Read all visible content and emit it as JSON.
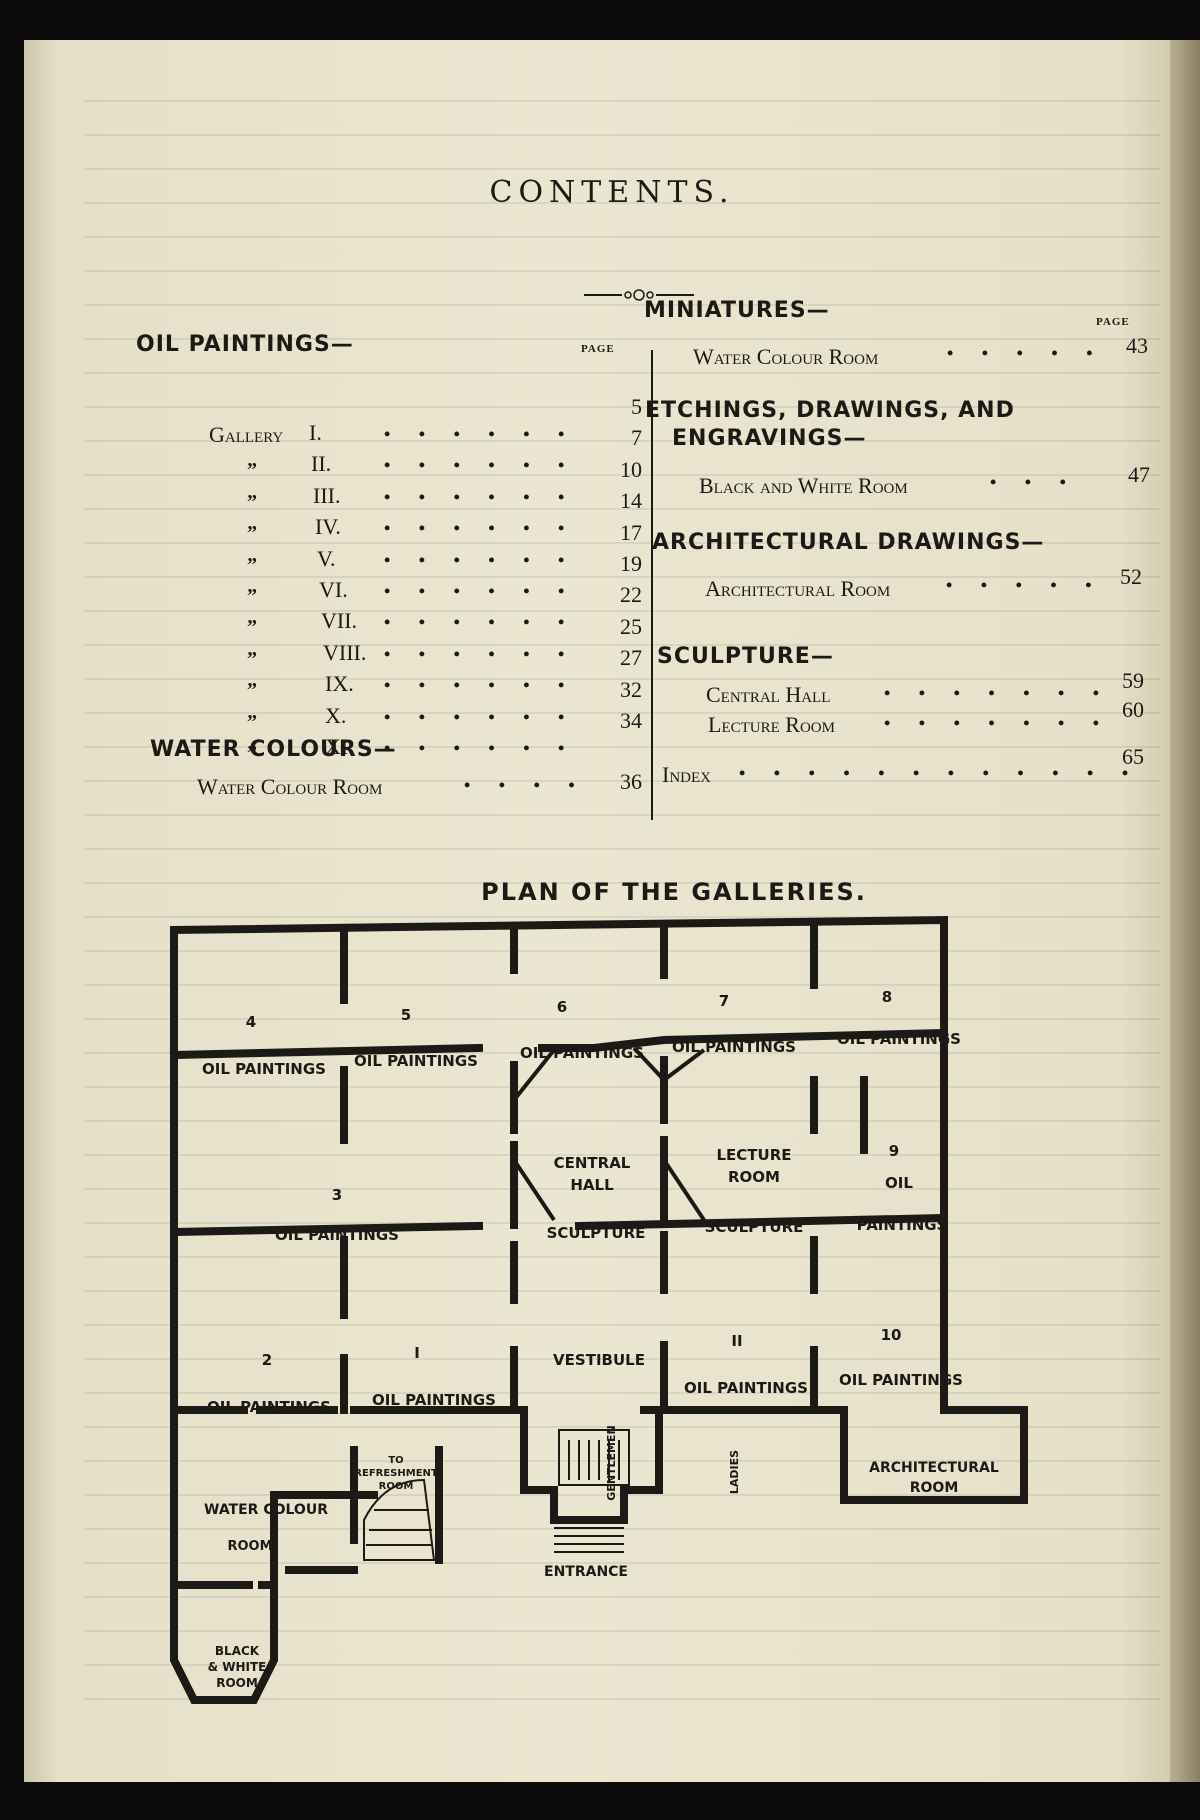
{
  "title": "CONTENTS.",
  "page_label": "PAGE",
  "left_column": {
    "oil_paintings": {
      "heading": "OIL PAINTINGS—",
      "gallery_word": "Gallery",
      "ditto": "”",
      "rows": [
        {
          "num": "I.",
          "page": "5"
        },
        {
          "num": "II.",
          "page": "7"
        },
        {
          "num": "III.",
          "page": "10"
        },
        {
          "num": "IV.",
          "page": "14"
        },
        {
          "num": "V.",
          "page": "17"
        },
        {
          "num": "VI.",
          "page": "19"
        },
        {
          "num": "VII.",
          "page": "22"
        },
        {
          "num": "VIII.",
          "page": "25"
        },
        {
          "num": "IX.",
          "page": "27"
        },
        {
          "num": "X.",
          "page": "32"
        },
        {
          "num": "XI.",
          "page": "34"
        }
      ]
    },
    "water_colours": {
      "heading": "WATER COLOURS—",
      "entry": "Water Colour Room",
      "page": "36"
    }
  },
  "right_column": {
    "miniatures": {
      "heading": "MINIATURES—",
      "entry": "Water Colour Room",
      "page": "43"
    },
    "etchings": {
      "heading_line1": "ETCHINGS, DRAWINGS, AND",
      "heading_line2": "ENGRAVINGS—",
      "entry": "Black and White Room",
      "page": "47"
    },
    "architectural": {
      "heading": "ARCHITECTURAL DRAWINGS—",
      "entry": "Architectural Room",
      "page": "52"
    },
    "sculpture": {
      "heading": "SCULPTURE—",
      "entries": [
        {
          "label": "Central Hall",
          "page": "59"
        },
        {
          "label": "Lecture Room",
          "page": "60"
        }
      ]
    },
    "index": {
      "label": "Index",
      "page": "65"
    }
  },
  "plan": {
    "title": "PLAN OF THE GALLERIES.",
    "rooms": {
      "g4": {
        "num": "4",
        "label": "OIL PAINTINGS"
      },
      "g5": {
        "num": "5",
        "label": "OIL PAINTINGS"
      },
      "g6": {
        "num": "6",
        "label": "OIL PAINTINGS"
      },
      "g7": {
        "num": "7",
        "label": "OIL PAINTINGS"
      },
      "g8": {
        "num": "8",
        "label": "OIL PAINTINGS"
      },
      "g3": {
        "num": "3",
        "label": "OIL PAINTINGS"
      },
      "central_hall": {
        "line1": "CENTRAL",
        "line2": "HALL",
        "sub": "SCULPTURE"
      },
      "lecture_room": {
        "line1": "LECTURE",
        "line2": "ROOM",
        "sub": "SCULPTURE"
      },
      "g9": {
        "num": "9",
        "line1": "OIL",
        "line2": "PAINTINGS"
      },
      "g2": {
        "num": "2",
        "label": "OIL PAINTINGS"
      },
      "g1": {
        "num": "I",
        "label": "OIL PAINTINGS"
      },
      "vestibule": {
        "label": "VESTIBULE"
      },
      "g11": {
        "num": "II",
        "label": "OIL PAINTINGS"
      },
      "g10": {
        "num": "10",
        "label": "OIL PAINTINGS"
      },
      "architectural_room": {
        "line1": "ARCHITECTURAL",
        "line2": "ROOM"
      },
      "water_colour_room": {
        "line1": "WATER COLOUR",
        "line2": "ROOM"
      },
      "refreshment": {
        "line1": "TO",
        "line2": "REFRESHMENT",
        "line3": "ROOM"
      },
      "gentlemen": "GENTLEMEN",
      "ladies": "LADIES",
      "entrance": "ENTRANCE",
      "black_white_room": {
        "line1": "BLACK",
        "line2": "& WHITE",
        "line3": "ROOM"
      }
    }
  }
}
